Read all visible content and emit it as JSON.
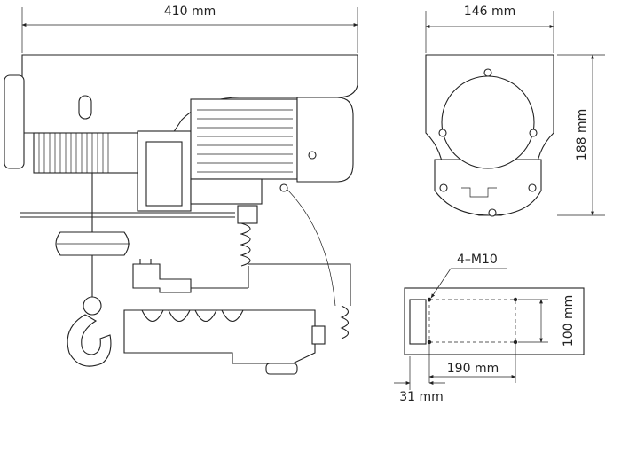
{
  "dimensions": {
    "total_length": "410 mm",
    "side_width": "146 mm",
    "side_height": "188 mm",
    "bolt_spec": "4–M10",
    "mount_depth": "100 mm",
    "mount_spacing": "190 mm",
    "mount_offset": "31 mm"
  }
}
